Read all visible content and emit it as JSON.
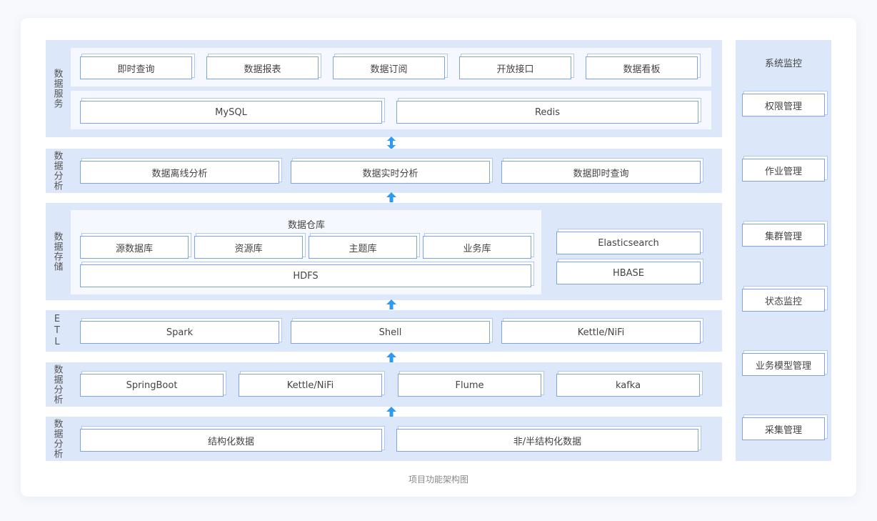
{
  "colors": {
    "band": "#dde7fa",
    "inner": "#f5f8fe",
    "box_border": "#7ea3e6",
    "arrow": "#2f9bf0"
  },
  "layers": {
    "service": {
      "label": "数据服务",
      "apps": [
        "即时查询",
        "数据报表",
        "数据订阅",
        "开放接口",
        "数据看板"
      ],
      "stores": [
        "MySQL",
        "Redis"
      ]
    },
    "analysis": {
      "label": "数据分析",
      "items": [
        "数据离线分析",
        "数据实时分析",
        "数据即时查询"
      ]
    },
    "storage": {
      "label": "数据存储",
      "warehouse_title": "数据仓库",
      "warehouse_items": [
        "源数据库",
        "资源库",
        "主题库",
        "业务库"
      ],
      "hdfs": "HDFS",
      "side_items": [
        "Elasticsearch",
        "HBASE"
      ]
    },
    "etl": {
      "label": "ETL",
      "items": [
        "Spark",
        "Shell",
        "Kettle/NiFi"
      ]
    },
    "collect": {
      "label": "数据分析",
      "items": [
        "SpringBoot",
        "Kettle/NiFi",
        "Flume",
        "kafka"
      ]
    },
    "source": {
      "label": "数据分析",
      "items": [
        "结构化数据",
        "非/半结构化数据"
      ]
    }
  },
  "monitor": {
    "title": "系统监控",
    "items": [
      "权限管理",
      "作业管理",
      "集群管理",
      "状态监控",
      "业务模型管理",
      "采集管理"
    ]
  },
  "caption": "项目功能架构图"
}
